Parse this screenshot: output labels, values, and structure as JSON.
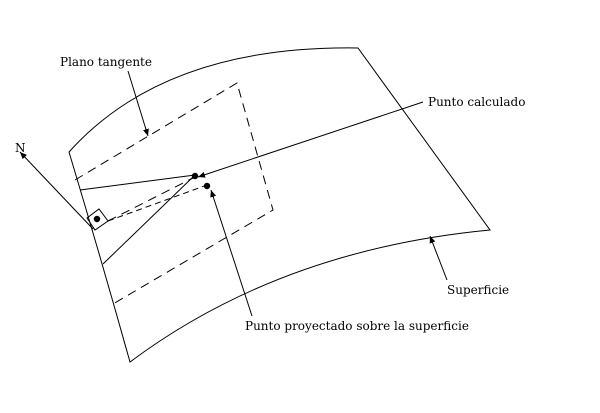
{
  "diagram": {
    "labels": {
      "normal": "N",
      "tangent_plane": "Plano tangente",
      "computed_point": "Punto calculado",
      "surface": "Superficie",
      "projected_point": "Punto proyectado sobre la superficie"
    },
    "colors": {
      "line": "#000000",
      "background": "#ffffff"
    }
  }
}
